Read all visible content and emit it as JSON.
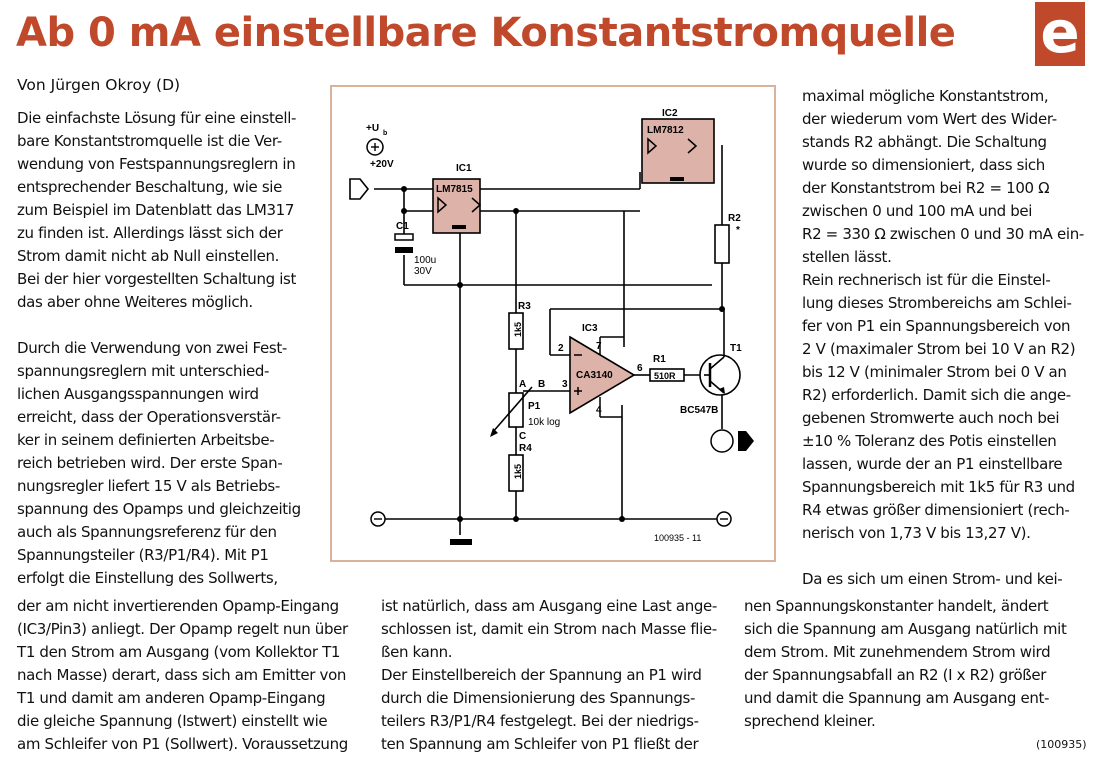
{
  "header": {
    "title": "Ab 0 mA einstellbare Konstantstromquelle",
    "logo_letter": "e"
  },
  "author": "Von Jürgen Okroy (D)",
  "col1": {
    "p1": [
      "Die einfachste Lösung für eine einstell-",
      "bare Konstantstromquelle ist die Ver-",
      "wendung von Festspannungsreglern in",
      "entsprechender Beschaltung, wie sie",
      "zum Beispiel im Datenblatt das LM317",
      "zu finden ist. Allerdings lässt sich der",
      "Strom damit nicht ab Null einstellen.",
      "Bei der hier vorgestellten Schaltung ist",
      "das aber ohne Weiteres möglich."
    ],
    "p2": [
      "Durch die Verwendung von zwei Fest-",
      "spannungsreglern mit unterschied-",
      "lichen Ausgangsspannungen wird",
      "erreicht, dass der Operationsverstär-",
      "ker in seinem definierten Arbeitsbe-",
      "reich betrieben wird. Der erste Span-",
      "nungsregler liefert 15 V als Betriebs-",
      "spannung des Opamps und gleichzeitig",
      "auch als Spannungsreferenz für den",
      "Spannungsteiler (R3/P1/R4). Mit P1",
      "erfolgt die Einstellung des Sollwerts,"
    ]
  },
  "col1b": [
    "der am nicht invertierenden Opamp-Eingang",
    "(IC3/Pin3) anliegt. Der Opamp regelt nun über",
    "T1 den Strom am Ausgang (vom Kollektor T1",
    "nach Masse) derart, dass sich am Emitter von",
    "T1 und damit am anderen Opamp-Eingang",
    "die gleiche Spannung (Istwert) einstellt wie",
    "am Schleifer von P1 (Sollwert). Voraussetzung"
  ],
  "col2b": [
    "ist natürlich, dass am Ausgang eine Last ange-",
    "schlossen ist, damit ein Strom nach Masse flie-",
    "ßen kann.",
    "Der Einstellbereich der Spannung an P1 wird",
    "durch die Dimensionierung des Spannungs-",
    "teilers R3/P1/R4 festgelegt. Bei der niedrigs-",
    "ten Spannung am Schleifer von P1 fließt der"
  ],
  "col3": {
    "p1": [
      "maximal mögliche Konstantstrom,",
      "der wiederum vom Wert des Wider-",
      "stands R2 abhängt. Die Schaltung",
      "wurde so dimensioniert, dass sich",
      "der Konstantstrom bei R2 = 100 Ω",
      "zwischen 0 und 100 mA und bei",
      "R2 = 330 Ω zwischen 0 und 30 mA ein-",
      "stellen lässt.",
      "Rein rechnerisch ist für die Einstel-",
      "lung dieses Strombereichs am Schlei-",
      "fer von P1 ein Spannungsbereich von",
      "2 V (maximaler Strom bei 10 V an R2)",
      "bis 12 V (minimaler Strom bei 0 V an",
      "R2) erforderlich. Damit sich die ange-",
      "gebenen Stromwerte auch noch bei",
      "±10 % Toleranz des Potis einstellen",
      "lassen, wurde der an P1 einstellbare",
      "Spannungsbereich mit 1k5 für R3 und",
      "R4 etwas größer dimensioniert (rech-",
      "nerisch von 1,73 V bis 13,27 V)."
    ],
    "p2": [
      "Da es sich um einen Strom- und kei-"
    ]
  },
  "col3b": [
    "nen Spannungskonstanter handelt, ändert",
    "sich die Spannung am Ausgang natürlich mit",
    "dem Strom. Mit zunehmendem Strom wird",
    "der Spannungsabfall an R2 (I x R2) größer",
    "und damit die Spannung am Ausgang ent-",
    "sprechend kleiner."
  ],
  "footer_ref": "(100935)",
  "schematic": {
    "ic1_name": "IC1",
    "ic1_type": "LM7815",
    "ic2_name": "IC2",
    "ic2_type": "LM7812",
    "ic3_name": "IC3",
    "ic3_type": "CA3140",
    "supply_label": "+U",
    "supply_sub": "b",
    "supply_voltage": "+20V",
    "c1_name": "C1",
    "c1_value": "100u",
    "c1_voltage": "30V",
    "r2_name": "R2",
    "r2_mark": "*",
    "r3_name": "R3",
    "r3_value": "1k5",
    "r4_name": "R4",
    "r4_value": "1k5",
    "r1_name": "R1",
    "r1_value": "510R",
    "p1_name": "P1",
    "p1_value": "10k log",
    "t1_name": "T1",
    "t1_type": "BC547B",
    "pin2": "2",
    "pin3": "3",
    "pin4": "4",
    "pin6": "6",
    "pin7": "7",
    "node_a": "A",
    "node_b": "B",
    "node_c": "C",
    "figure_code": "100935 - 11",
    "colors": {
      "ic_fill": "#ddb2a8",
      "wire": "#000000",
      "frame": "#d9b29b",
      "accent": "#c0492b"
    }
  }
}
